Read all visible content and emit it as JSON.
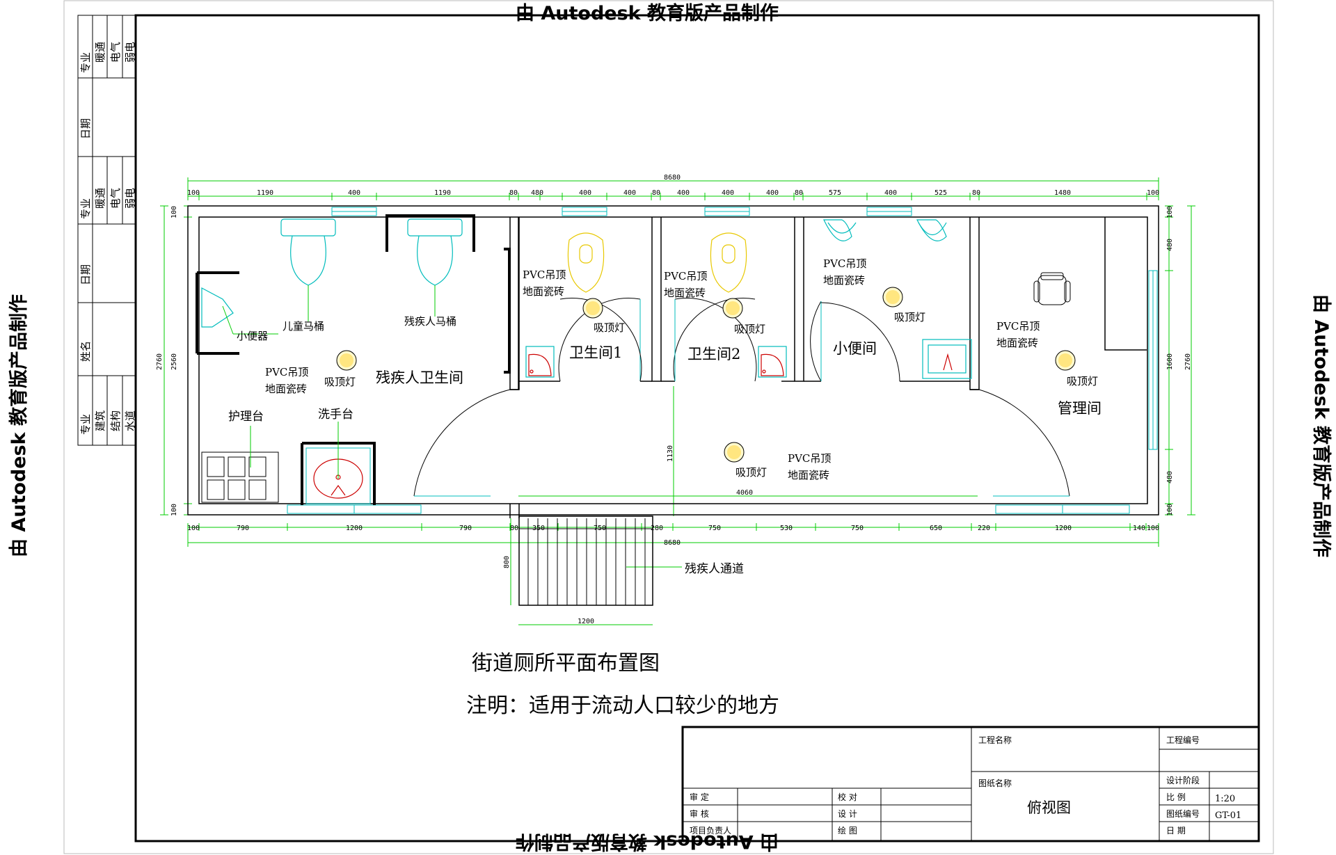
{
  "watermark": "由 Autodesk 教育版产品制作",
  "title": "街道厕所平面布置图",
  "note": "注明：适用于流动人口较少的地方",
  "overall_dims": {
    "top": "8680",
    "bottom": "8680",
    "left_outer": "2760",
    "left_inner": "2560",
    "right_outer": "2760"
  },
  "top_dims": [
    "100",
    "1190",
    "400",
    "1190",
    "80",
    "480",
    "400",
    "400",
    "80",
    "400",
    "400",
    "400",
    "80",
    "575",
    "400",
    "525",
    "80",
    "1480",
    "100"
  ],
  "bottom_dims": [
    "100",
    "790",
    "1200",
    "790",
    "80",
    "350",
    "750",
    "280",
    "750",
    "530",
    "750",
    "650",
    "220",
    "1200",
    "140",
    "100"
  ],
  "left_dims": [
    "100",
    "100"
  ],
  "right_dims": [
    "100",
    "480",
    "1600",
    "480",
    "100"
  ],
  "center_dims": {
    "corridor_height": "1130",
    "corridor_width": "4060",
    "ramp_depth": "800",
    "ramp_width": "1200"
  },
  "rooms": {
    "accessible": "残疾人卫生间",
    "wc1": "卫生间1",
    "wc2": "卫生间2",
    "urinal_room": "小便间",
    "management": "管理间"
  },
  "labels": {
    "child_toilet": "儿童马桶",
    "accessible_toilet": "残疾人马桶",
    "small_urinal": "小便器",
    "ceiling": "PVC吊顶",
    "floor_tile": "地面瓷砖",
    "ceiling_light": "吸顶灯",
    "nursing_table": "护理台",
    "wash_basin": "洗手台",
    "ramp": "残疾人通道"
  },
  "side_table": {
    "groups": [
      {
        "label": "专业",
        "items": [
          "暖通",
          "电气",
          "弱电"
        ]
      },
      {
        "label": "日期"
      },
      {
        "label": "专业",
        "items": [
          "暖通",
          "电气",
          "弱电"
        ]
      },
      {
        "label": "日期"
      },
      {
        "label": "姓名"
      },
      {
        "label": "专业",
        "items": [
          "建筑",
          "结构",
          "水道"
        ]
      }
    ]
  },
  "title_block": {
    "project_name_label": "工程名称",
    "project_no_label": "工程编号",
    "drawing_name_label": "图纸名称",
    "drawing_name": "俯视图",
    "design_stage_label": "设计阶段",
    "scale_label": "比 例",
    "scale": "1:20",
    "drawing_no_label": "图纸编号",
    "drawing_no": "GT-01",
    "date_label": "日 期",
    "review_label": "审 定",
    "audit_label": "审 核",
    "project_lead_label": "项目负责人",
    "check_label": "校 对",
    "design_label": "设 计",
    "draw_label": "绘 图"
  },
  "colors": {
    "dimension": "#00cc00",
    "fixture": "#00bcbc",
    "light": "#e8c800",
    "wc_red": "#cc0000"
  }
}
